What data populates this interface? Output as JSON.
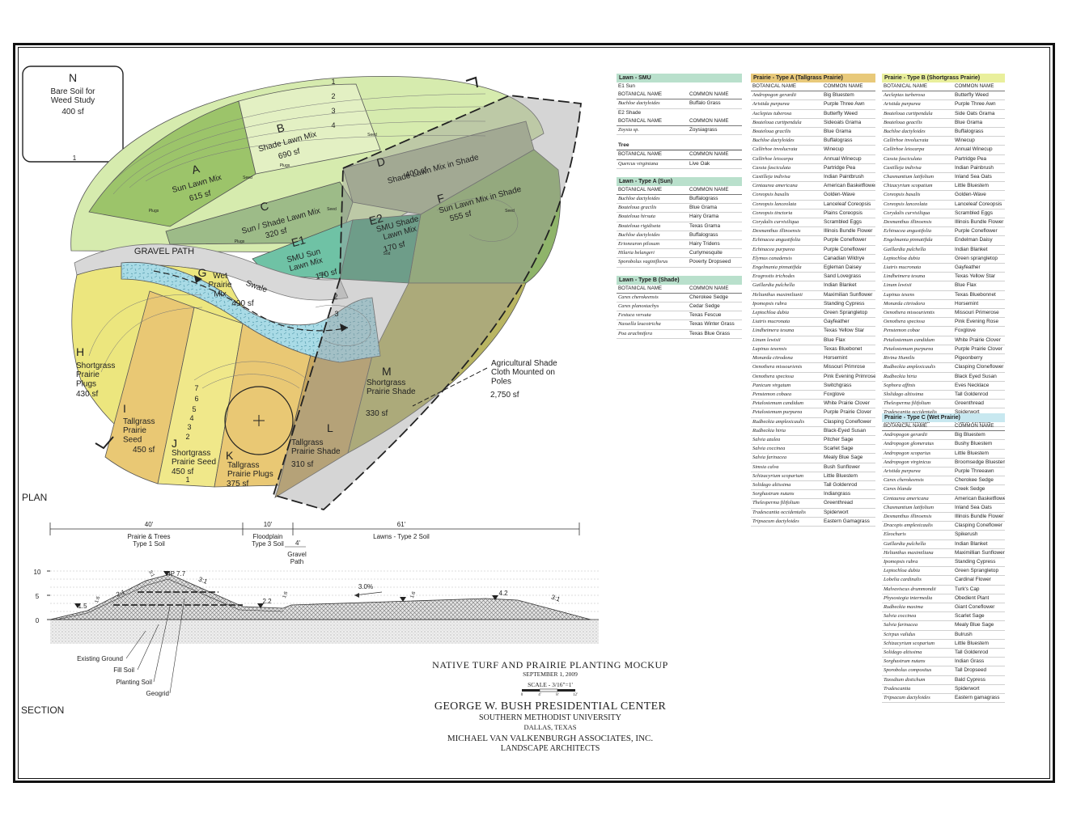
{
  "colors": {
    "lawn_smu": "#b9e0cc",
    "prairie_a": "#e8c97a",
    "prairie_b": "#e9ef9c",
    "prairie_c": "#c8e8f0"
  },
  "plan": {
    "label": "PLAN",
    "zones": [
      {
        "letter": "N",
        "name": "Bare Soil for\nWeed Study",
        "area": "400 sf"
      },
      {
        "letter": "A",
        "name": "Sun Lawn Mix",
        "area": "615 sf"
      },
      {
        "letter": "B",
        "name": "Shade Lawn Mix",
        "area": "690 sf"
      },
      {
        "letter": "C",
        "name": "Sun / Shade Lawn Mix",
        "area": "320 sf"
      },
      {
        "letter": "D",
        "name": "Shade Lawn Mix in Shade",
        "area": "400 sf"
      },
      {
        "letter": "E1",
        "name": "SMU Sun\nLawn Mix",
        "area": "170 sf"
      },
      {
        "letter": "E2",
        "name": "SMU Shade\nLawn Mix",
        "area": "170 sf"
      },
      {
        "letter": "F",
        "name": "Sun Lawn Mix in Shade",
        "area": "555 sf"
      },
      {
        "letter": "G",
        "name": "Wet\nPrairie\nMix",
        "area": "490 sf"
      },
      {
        "letter": "H",
        "name": "Shortgrass\nPrairie\nPlugs",
        "area": "430 sf"
      },
      {
        "letter": "I",
        "name": "Tallgrass\nPrairie\nSeed",
        "area": "450 sf"
      },
      {
        "letter": "J",
        "name": "Shortgrass\nPrairie Seed",
        "area": "450 sf"
      },
      {
        "letter": "K",
        "name": "Tallgrass\nPrairie Plugs",
        "area": "375 sf"
      },
      {
        "letter": "L",
        "name": "Tallgrass\nPrairie Shade",
        "area": "310 sf"
      },
      {
        "letter": "M",
        "name": "Shortgrass\nPrairie Shade",
        "area": "330 sf"
      }
    ],
    "gravel_path": "GRAVEL PATH",
    "swale": "Swale",
    "plugs": "Plugs",
    "seed": "Seed",
    "sod": "Sod",
    "row_numbers": [
      "1",
      "2",
      "3",
      "4",
      "5",
      "6",
      "7"
    ],
    "shade_cloth": "Agricultural Shade\nCloth Mounted on\nPoles",
    "shade_cloth_area": "2,750 sf"
  },
  "section": {
    "label": "SECTION",
    "dims": [
      "40'",
      "10'",
      "61'",
      "4'"
    ],
    "zones": [
      "Prairie & Trees\nType 1 Soil",
      "Floodplain\nType 3 Soil",
      "Lawns - Type 2 Soil",
      "Gravel\nPath"
    ],
    "y_ticks": [
      "10",
      "5",
      "0"
    ],
    "spots": [
      "HP 7.7",
      "1.5",
      "2.2",
      "4.2",
      "3.0%"
    ],
    "slopes": [
      "3:1",
      "2:1",
      "3:1",
      "1:6",
      "1:6",
      "1:6",
      "3:1"
    ],
    "legend": [
      "Existing Ground",
      "Fill Soil",
      "Planting Soil",
      "Geogrid"
    ]
  },
  "title_block": {
    "sheet": "NATIVE TURF AND PRAIRIE PLANTING MOCKUP",
    "date": "SEPTEMBER 1, 2009",
    "scale": "SCALE - 3/16\"=1'",
    "scale_ticks": [
      "0",
      "4'",
      "8'",
      "12'"
    ],
    "project": "GEORGE W. BUSH PRESIDENTIAL CENTER",
    "client": "SOUTHERN METHODIST UNIVERSITY",
    "city": "DALLAS, TEXAS",
    "firm": "MICHAEL VAN VALKENBURGH ASSOCIATES, INC.",
    "firm2": "LANDSCAPE ARCHITECTS"
  },
  "tables": {
    "col_bot": "BOTANICAL NAME",
    "col_com": "COMMON NAME",
    "lawn_smu": {
      "title": "Lawn - SMU",
      "e1": "E1 Sun",
      "e1_rows": [
        [
          "Buchloe dactyloides",
          "Buffalo Grass"
        ]
      ],
      "e2": "E2 Shade",
      "e2_rows": [
        [
          "Zoysia sp.",
          "Zoysiagrass"
        ]
      ]
    },
    "tree": {
      "title": "Tree",
      "rows": [
        [
          "Quercus virginiana",
          "Live Oak"
        ]
      ]
    },
    "lawn_a": {
      "title": "Lawn - Type A (Sun)",
      "rows": [
        [
          "Buchloe dactyloides",
          "Buffalograss"
        ],
        [
          "Bouteloua gracilis",
          "Blue Grama"
        ],
        [
          "Bouteloua hirsuta",
          "Hairy Grama"
        ],
        [
          "Bouteloua rigidiseta",
          "Texas Grama"
        ],
        [
          "Buchloe dactyloides",
          "Buffalograss"
        ],
        [
          "Erioneuron pilosum",
          "Hairy Tridens"
        ],
        [
          "Hilaria belangeri",
          "Curlymesquite"
        ],
        [
          "Sporobolus vaginiflorus",
          "Poverty Dropseed"
        ]
      ]
    },
    "lawn_b": {
      "title": "Lawn - Type B (Shade)",
      "rows": [
        [
          "Carex cherokeensis",
          "Cherokee Sedge"
        ],
        [
          "Carex planostachys",
          "Cedar Sedge"
        ],
        [
          "Festuca versuta",
          "Texas Fescue"
        ],
        [
          "Nassella leucotricha",
          "Texas Winter Grass"
        ],
        [
          "Poa arachnifera",
          "Texas Blue Grass"
        ]
      ]
    },
    "prairie_a": {
      "title": "Prairie - Type A (Tallgrass Prairie)",
      "rows": [
        [
          "Andropogon gerardii",
          "Big Bluestem"
        ],
        [
          "Aristida purpurea",
          "Purple Three Awn"
        ],
        [
          "Asclepias tuberosa",
          "Butterfly Weed"
        ],
        [
          "Bouteloua curtipendula",
          "Sideoats Grama"
        ],
        [
          "Bouteloua gracilis",
          "Blue Grama"
        ],
        [
          "Buchloe dactyloides",
          "Buffalograss"
        ],
        [
          "Callirhoe involucrata",
          "Winecup"
        ],
        [
          "Callirhoe leiocarpa",
          "Annual Winecup"
        ],
        [
          "Cassia fasciculata",
          "Partridge Pea"
        ],
        [
          "Castilleja indivisa",
          "Indian Paintbrush"
        ],
        [
          "Centaurea americana",
          "American Basketflower"
        ],
        [
          "Coreopsis basalis",
          "Golden-Wave"
        ],
        [
          "Coreopsis lanceolata",
          "Lanceleaf Coreopsis"
        ],
        [
          "Coreopsis tinctoria",
          "Plains Coreopsis"
        ],
        [
          "Corydalis curvisiliqua",
          "Scrambled Eggs"
        ],
        [
          "Desmanthus illinoensis",
          "Illinois Bundle Flower"
        ],
        [
          "Echinacea angustifolia",
          "Purple Coneflower"
        ],
        [
          "Echinacea purpurea",
          "Purple Coneflower"
        ],
        [
          "Elymus canadensis",
          "Canadian Wildrye"
        ],
        [
          "Engelmania pinnatifida",
          "Egleman Daisey"
        ],
        [
          "Eragrostis trichodes",
          "Sand Lovegrass"
        ],
        [
          "Gaillardia pulchella",
          "Indian Blanket"
        ],
        [
          "Helianthus maximilianii",
          "Maximilian Sunflower"
        ],
        [
          "Ipomopsis rubra",
          "Standing Cypress"
        ],
        [
          "Leptochloa dubia",
          "Green Sprangletop"
        ],
        [
          "Liatris mucronata",
          "Gayfeather"
        ],
        [
          "Lindheimera texana",
          "Texas Yellow Star"
        ],
        [
          "Linum lewisii",
          "Blue Flax"
        ],
        [
          "Lupinus texensis",
          "Texas Bluebonet"
        ],
        [
          "Monarda citrodona",
          "Horsemint"
        ],
        [
          "Oenothera missourienis",
          "Missouri Primrose"
        ],
        [
          "Oenothera speciosa",
          "Pink Evening Primrose"
        ],
        [
          "Panicum virgatum",
          "Switchgrass"
        ],
        [
          "Penstemon cobaea",
          "Foxglove"
        ],
        [
          "Petalostemum candidum",
          "White Prairie Clover"
        ],
        [
          "Petalostemum purpurea",
          "Purple Prairie Clover"
        ],
        [
          "Rudbeckia amplexicaulis",
          "Clasping Coneflower"
        ],
        [
          "Rudbeckia hirta",
          "Black-Eyed Susan"
        ],
        [
          "Salvia azulea",
          "Pitcher Sage"
        ],
        [
          "Salvia coccinea",
          "Scarlet Sage"
        ],
        [
          "Salvia farinacea",
          "Mealy Blue Sage"
        ],
        [
          "Simsia calva",
          "Bush Sunflower"
        ],
        [
          "Schizacyrium scoparium",
          "Little Bluestem"
        ],
        [
          "Solidago altissima",
          "Tall Goldenrod"
        ],
        [
          "Sorghastrum nutans",
          "Indiangrass"
        ],
        [
          "Thelesperma filifolium",
          "Greenthread"
        ],
        [
          "Tradescantia occidentalis",
          "Spiderwort"
        ],
        [
          "Tripsacum dactyloides",
          "Eastern Gamagrass"
        ]
      ]
    },
    "prairie_b": {
      "title": "Prairie - Type B (Shortgrass Prairie)",
      "rows": [
        [
          "Aeclepias turberosa",
          "Butterfly Weed"
        ],
        [
          "Aristida purpurea",
          "Purple Three Awn"
        ],
        [
          "Bouteloua curtipendula",
          "Side Oats Grama"
        ],
        [
          "Bouteloua geacilis",
          "Blue Grama"
        ],
        [
          "Buchloe dactyloides",
          "Buffalograss"
        ],
        [
          "Callirhoe involucrata",
          "Winecup"
        ],
        [
          "Callirhoe leiocarpa",
          "Annual Winecup"
        ],
        [
          "Cassia fasciculata",
          "Partridge Pea"
        ],
        [
          "Castilleja indivisa",
          "Indian Painbrush"
        ],
        [
          "Chasmantium latifolium",
          "Inland Sea Oats"
        ],
        [
          "Chizacyrium scopatium",
          "Little Bluestem"
        ],
        [
          "Coreopsis basalis",
          "Golden-Wave"
        ],
        [
          "Coreopsis lanceolata",
          "Lanceleaf Coreopsis"
        ],
        [
          "Corydalis curvisiliqua",
          "Scrambled Eggs"
        ],
        [
          "Desmanthus illinoensis",
          "Illinois Bundle Flower"
        ],
        [
          "Echinacea angustifolia",
          "Purple Coneflower"
        ],
        [
          "Engelmania pinnatifida",
          "Endelman Daisy"
        ],
        [
          "Gaillardia pulchella",
          "Indian Blanket"
        ],
        [
          "Leptochloa dubia",
          "Green sprangletop"
        ],
        [
          "Liatris mucronata",
          "Gayfeather"
        ],
        [
          "Lindheimera texana",
          "Texas Yellow Star"
        ],
        [
          "Linum lewisii",
          "Blue Flax"
        ],
        [
          "Lupinus texens",
          "Texas Bluebonnet"
        ],
        [
          "Monarda citriodora",
          "Horsemint"
        ],
        [
          "Oenothera missourientis",
          "Missouri Primerose"
        ],
        [
          "Oenothera speciosa",
          "Pink Evening Rose"
        ],
        [
          "Penstemon cobae",
          "Foxglove"
        ],
        [
          "Petalostemum candidum",
          "White Prairie Clover"
        ],
        [
          "Petalostemum purpurea",
          "Purple Prairie Clover"
        ],
        [
          "Rivina Humilis",
          "Pigeonberry"
        ],
        [
          "Rudbeckia amplexicaulis",
          "Clasping Cloneflower"
        ],
        [
          "Rudbeckia hirta",
          "Black Eyed Susan"
        ],
        [
          "Sophora affinis",
          "Eves Necklace"
        ],
        [
          "Slolidago altissima",
          "Tall Goldenrod"
        ],
        [
          "Thelesperma filifolium",
          "Greenthread"
        ],
        [
          "Tradescantia occidentalis",
          "Spiderwort"
        ],
        [
          "Verbena bipinnatifolia",
          "Prairie Verbena"
        ]
      ]
    },
    "prairie_c": {
      "title": "Prairie - Type C (Wet Prairie)",
      "rows": [
        [
          "Andropogon gerardii",
          "Big Bluestem"
        ],
        [
          "Andropogon glomeratus",
          "Bushy Bluestem"
        ],
        [
          "Andropogon scoparius",
          "Little Bluestem"
        ],
        [
          "Andropogon virginicus",
          "Broomsedge Bluestem"
        ],
        [
          "Aristida purpurea",
          "Purple Threeawn"
        ],
        [
          "Carex cherokeensis",
          "Cherokee Sedge"
        ],
        [
          "Carex blanda",
          "Creek Sedge"
        ],
        [
          "Centaurea americana",
          "American Basketflower"
        ],
        [
          "Chasmantium latifolium",
          "Inland Sea Oats"
        ],
        [
          "Desmanthus illinoensis",
          "Illinois Bundle Flower"
        ],
        [
          "Dracopis amplexicaulis",
          "Clasping Coneflower"
        ],
        [
          "Eleocharis",
          "Spikerush"
        ],
        [
          "Gaillardia pulchella",
          "Indian Blanket"
        ],
        [
          "Helianthus maximiliana",
          "Maximillian Sunflower"
        ],
        [
          "Ipomopsis rubra",
          "Standing Cypress"
        ],
        [
          "Leptochloa dubia",
          "Green Sprangletop"
        ],
        [
          "Lobelia cardinalis",
          "Cardinal Flower"
        ],
        [
          "Malvaviscus drummondii",
          "Turk's Cap"
        ],
        [
          "Physostegia intermedia",
          "Obedient Plant"
        ],
        [
          "Rudbeckia maxima",
          "Giant Coneflower"
        ],
        [
          "Salvia coccinea",
          "Scarlet Sage"
        ],
        [
          "Salvia farinacea",
          "Mealy Blue Sage"
        ],
        [
          "Scirpus validus",
          "Bulrush"
        ],
        [
          "Schizacyrium scoparium",
          "Little Bluestem"
        ],
        [
          "Solidago altissima",
          "Tall Goldenrod"
        ],
        [
          "Sorghastrum nutans",
          "Indian Grass"
        ],
        [
          "Sporobolus compositus",
          "Tall Dropseed"
        ],
        [
          "Taxodium distichum",
          "Bald Cypress"
        ],
        [
          "Tradescantia",
          "Spiderwort"
        ],
        [
          "Tripsacum dactyloides",
          "Eastern gamagrass"
        ]
      ]
    }
  }
}
